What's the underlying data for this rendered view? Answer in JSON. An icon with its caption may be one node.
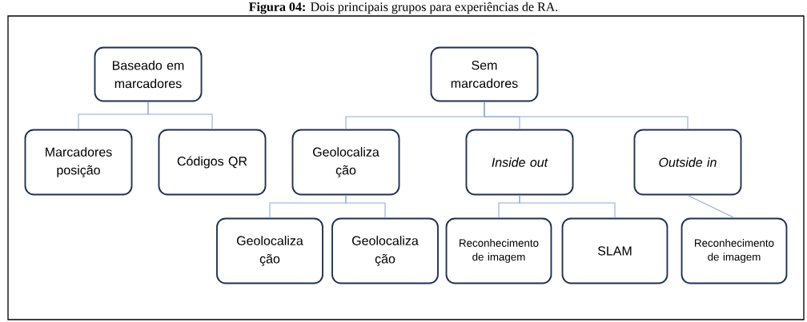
{
  "diagram": {
    "title": "**Figura 04:** Dois principais grupos para experiências de RA.",
    "nodes": [
      {
        "text": [
          "Baseado em marcadores"
        ]
      },
      {
        "text": [
          "Sem marcadores"
        ]
      },
      {
        "text": [
          "Marcadores posição"
        ]
      },
      {
        "text": [
          "Códigos QR"
        ]
      },
      {
        "text": [
          "Geolocaliza ção"
        ]
      },
      {
        "text": [
          "Inside out"
        ]
      },
      {
        "text": [
          "Outside in"
        ]
      },
      {
        "text": [
          "Geolocaliza ção"
        ]
      },
      {
        "text": [
          "Geolocaliza ção"
        ]
      },
      {
        "text": [
          "Reconhecimento de imagem"
        ]
      },
      {
        "text": [
          "SLAM"
        ]
      },
      {
        "text": [
          "Reconhecimento de imagem"
        ]
      }
    ],
    "edges": [
      {
        "from": 0,
        "to": 2,
        "arrow": "none"
      },
      {
        "from": 0,
        "to": 3,
        "arrow": "none"
      },
      {
        "from": 1,
        "to": 4,
        "arrow": "none"
      },
      {
        "from": 1,
        "to": 5,
        "arrow": "none"
      },
      {
        "from": 1,
        "to": 6,
        "arrow": "none"
      },
      {
        "from": 4,
        "to": 7,
        "arrow": "none"
      },
      {
        "from": 4,
        "to": 8,
        "arrow": "none"
      },
      {
        "from": 5,
        "to": 9,
        "arrow": "none"
      },
      {
        "from": 5,
        "to": 10,
        "arrow": "none"
      },
      {
        "from": 6,
        "to": 11,
        "arrow": "none"
      }
    ]
  }
}
